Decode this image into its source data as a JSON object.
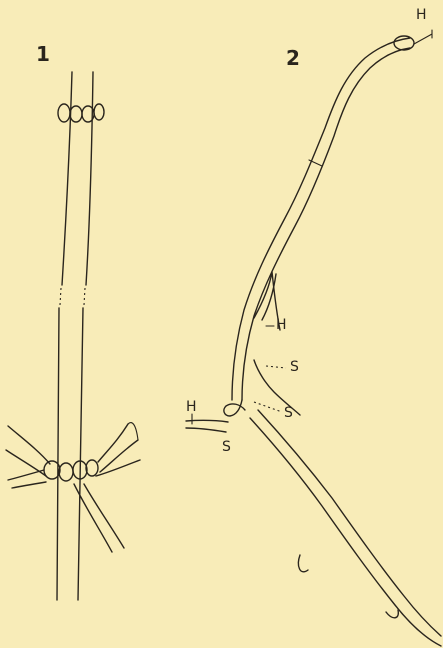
{
  "figure_numbers": {
    "fig1": "1",
    "fig2": "2"
  },
  "labels": {
    "h_top": "H",
    "h_mid": "H",
    "s_upper": "S",
    "s_lower": "S",
    "h_left": "H",
    "s_left": "S"
  },
  "colors": {
    "paper": "#f8ecb8",
    "ink": "#2a251d"
  }
}
